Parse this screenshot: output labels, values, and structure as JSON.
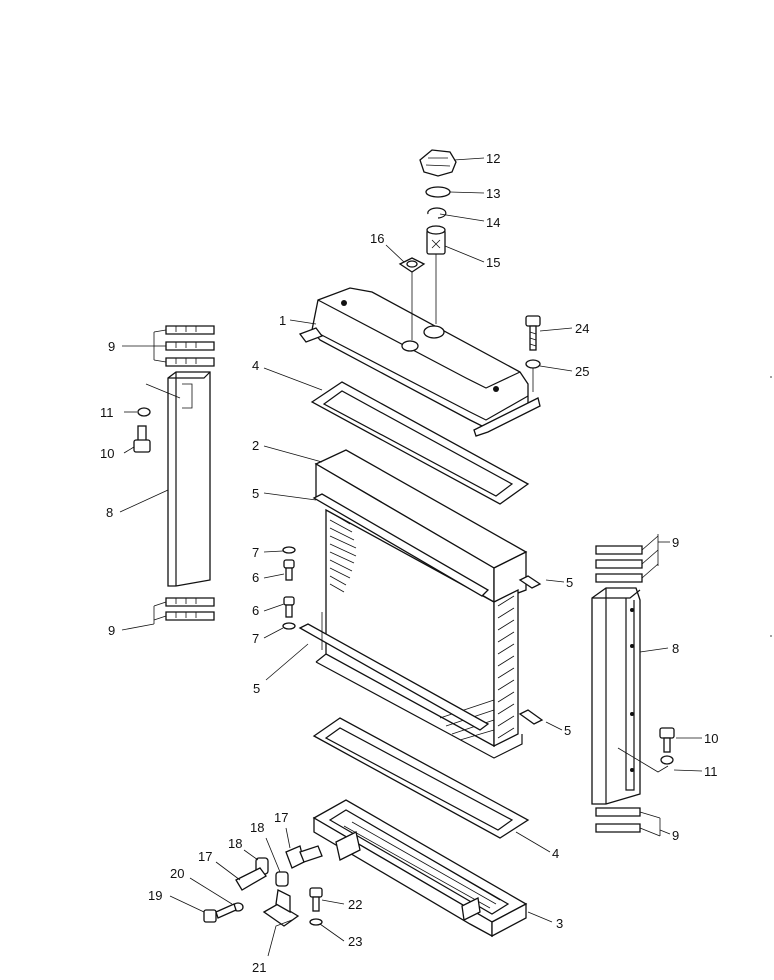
{
  "callouts": [
    {
      "id": "c12",
      "label": "12"
    },
    {
      "id": "c13",
      "label": "13"
    },
    {
      "id": "c14",
      "label": "14"
    },
    {
      "id": "c15",
      "label": "15"
    },
    {
      "id": "c16",
      "label": "16"
    },
    {
      "id": "c1",
      "label": "1"
    },
    {
      "id": "c24",
      "label": "24"
    },
    {
      "id": "c25",
      "label": "25"
    },
    {
      "id": "c4a",
      "label": "4"
    },
    {
      "id": "c9a",
      "label": "9"
    },
    {
      "id": "c11a",
      "label": "11"
    },
    {
      "id": "c10a",
      "label": "10"
    },
    {
      "id": "c8a",
      "label": "8"
    },
    {
      "id": "c2",
      "label": "2"
    },
    {
      "id": "c5a",
      "label": "5"
    },
    {
      "id": "c7a",
      "label": "7"
    },
    {
      "id": "c6a",
      "label": "6"
    },
    {
      "id": "c6b",
      "label": "6"
    },
    {
      "id": "c7b",
      "label": "7"
    },
    {
      "id": "c9b",
      "label": "9"
    },
    {
      "id": "c5b",
      "label": "5"
    },
    {
      "id": "c5c",
      "label": "5"
    },
    {
      "id": "c5d",
      "label": "5"
    },
    {
      "id": "c9c",
      "label": "9"
    },
    {
      "id": "c8b",
      "label": "8"
    },
    {
      "id": "c10b",
      "label": "10"
    },
    {
      "id": "c11b",
      "label": "11"
    },
    {
      "id": "c9d",
      "label": "9"
    },
    {
      "id": "c4b",
      "label": "4"
    },
    {
      "id": "c17a",
      "label": "17"
    },
    {
      "id": "c18a",
      "label": "18"
    },
    {
      "id": "c18b",
      "label": "18"
    },
    {
      "id": "c17b",
      "label": "17"
    },
    {
      "id": "c20",
      "label": "20"
    },
    {
      "id": "c19",
      "label": "19"
    },
    {
      "id": "c22",
      "label": "22"
    },
    {
      "id": "c23",
      "label": "23"
    },
    {
      "id": "c3",
      "label": "3"
    },
    {
      "id": "c21",
      "label": "21"
    }
  ]
}
